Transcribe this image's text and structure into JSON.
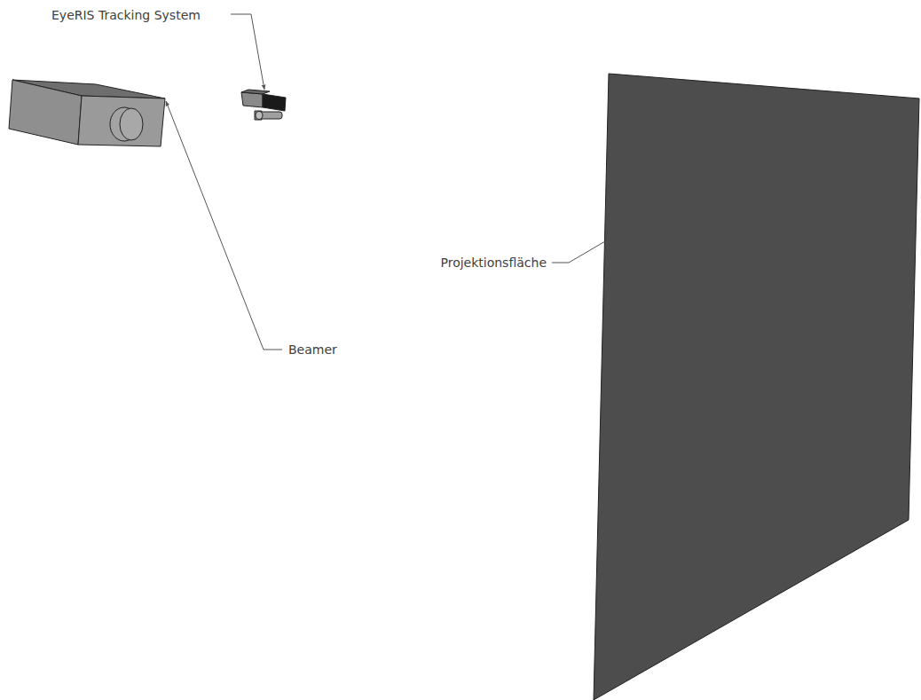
{
  "diagram": {
    "labels": [
      "EyeRIS Tracking System",
      "Beamer",
      "Projektionsfläche"
    ]
  }
}
